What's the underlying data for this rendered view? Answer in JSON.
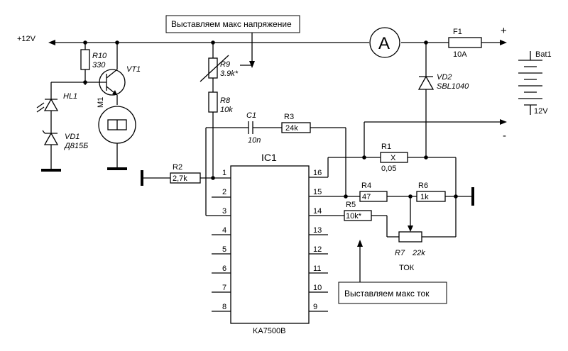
{
  "callouts": {
    "voltage": "Выставляем макс напряжение",
    "current": "Выставляем макс ток"
  },
  "supply": {
    "v12": "+12V",
    "plus": "+",
    "minus": "-",
    "battery": "Bat1",
    "battery_voltage": "12V",
    "ammeter": "A"
  },
  "components": {
    "R10": {
      "ref": "R10",
      "value": "330"
    },
    "VT1": {
      "ref": "VT1"
    },
    "M1": {
      "ref": "M1"
    },
    "HL1": {
      "ref": "HL1"
    },
    "VD1": {
      "ref": "VD1",
      "value": "Д815Б"
    },
    "R9": {
      "ref": "R9",
      "value": "3.9k*"
    },
    "R8": {
      "ref": "R8",
      "value": "10k"
    },
    "C1": {
      "ref": "C1",
      "value": "10n"
    },
    "R3": {
      "ref": "R3",
      "value": "24k"
    },
    "R2": {
      "ref": "R2",
      "value": "2,7k"
    },
    "F1": {
      "ref": "F1",
      "value": "10A"
    },
    "VD2": {
      "ref": "VD2",
      "value": "SBL1040"
    },
    "R1": {
      "ref": "R1",
      "value": "0,05",
      "mark": "X"
    },
    "R4": {
      "ref": "R4",
      "value": "47"
    },
    "R6": {
      "ref": "R6",
      "value": "1k"
    },
    "R5": {
      "ref": "R5",
      "value": "10k*"
    },
    "R7": {
      "ref": "R7",
      "value": "22k",
      "label": "ТОК"
    }
  },
  "ic": {
    "ref": "IC1",
    "part": "KA7500B",
    "pins_left": [
      "1",
      "2",
      "3",
      "4",
      "5",
      "6",
      "7",
      "8"
    ],
    "pins_right": [
      "16",
      "15",
      "14",
      "13",
      "12",
      "11",
      "10",
      "9"
    ]
  }
}
